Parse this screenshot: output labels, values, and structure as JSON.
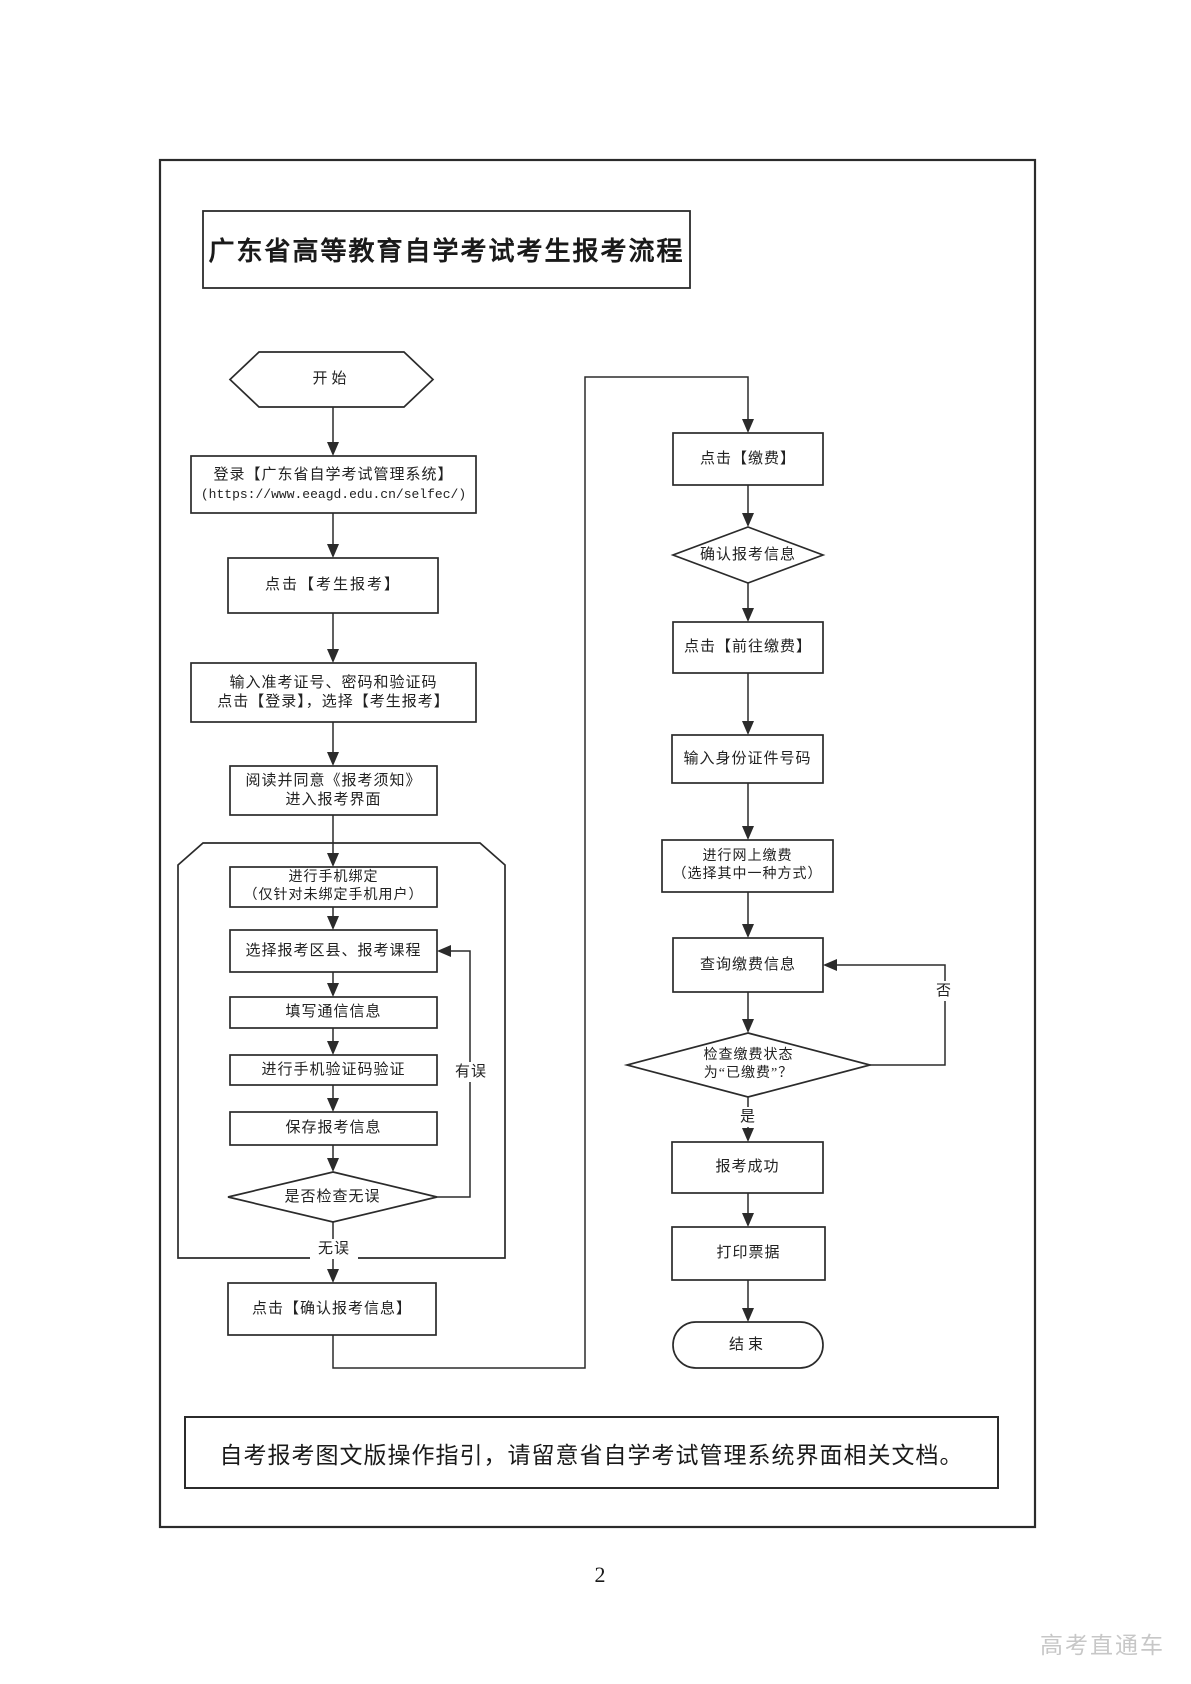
{
  "title": "广东省高等教育自学考试考生报考流程",
  "nodes": {
    "start": "开始",
    "login1": "登录【广东省自学考试管理系统】",
    "login2": "(https://www.eeagd.edu.cn/selfec/)",
    "clickRegister": "点击【考生报考】",
    "cred1": "输入准考证号、密码和验证码",
    "cred2": "点击【登录】，选择【考生报考】",
    "notice1": "阅读并同意《报考须知》",
    "notice2": "进入报考界面",
    "bind1": "进行手机绑定",
    "bind2": "（仅针对未绑定手机用户）",
    "selectCourses": "选择报考区县、报考课程",
    "fillContact": "填写通信信息",
    "smsVerify": "进行手机验证码验证",
    "saveInfo": "保存报考信息",
    "checkOk": "是否检查无误",
    "confirmInfo": "点击【确认报考信息】",
    "clickPay": "点击【缴费】",
    "confirmPayInfo": "确认报考信息",
    "goPay": "点击【前往缴费】",
    "enterId": "输入身份证件号码",
    "onlinePay1": "进行网上缴费",
    "onlinePay2": "（选择其中一种方式）",
    "queryPay": "查询缴费信息",
    "checkPaid1": "检查缴费状态",
    "checkPaid2": "为“已缴费”？",
    "success": "报考成功",
    "printReceipt": "打印票据",
    "end": "结束"
  },
  "edge_labels": {
    "error": "有误",
    "noError": "无误",
    "yes": "是",
    "no": "否"
  },
  "note": "自考报考图文版操作指引，请留意省自学考试管理系统界面相关文档。",
  "page_number": "2",
  "watermark": "高考直通车"
}
